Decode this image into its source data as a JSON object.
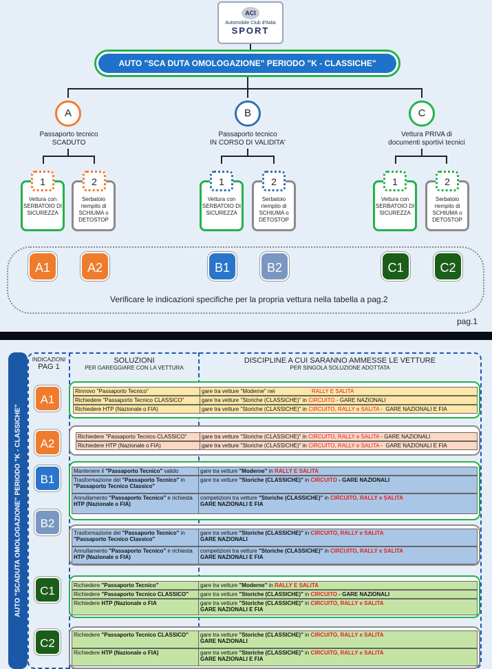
{
  "logo": {
    "mark": "ACI",
    "line1": "Automobile Club d'Italia",
    "line2": "SPORT"
  },
  "title": "AUTO \"SCA DUTA OMOLOGAZIONE\"  PERIODO \"K - CLASSICHE\"",
  "branches": [
    {
      "letter": "A",
      "line1": "Passaporto  tecnico",
      "line2": "SCADUTO",
      "color": "#f07b2e",
      "opt1": [
        "Vettura con",
        "SERBATOIO DI",
        "SICUREZZA"
      ],
      "opt2": [
        "Serbatoio",
        "riempito di",
        "SCHIUMA o",
        "DETOSTOP"
      ],
      "res1": "A1",
      "res2": "A2",
      "res1_color": "#ef7b2d",
      "res2_color": "#ef7b2d"
    },
    {
      "letter": "B",
      "line1": "Passaporto tecnico",
      "line2": "IN CORSO DI VALIDITA'",
      "color": "#2f6fb6",
      "opt1": [
        "Vettura con",
        "SERBATOIO DI",
        "SICUREZZA"
      ],
      "opt2": [
        "Serbatoio",
        "riempito di",
        "SCHIUMA o",
        "DETOSTOP"
      ],
      "res1": "B1",
      "res2": "B2",
      "res1_color": "#2a75cb",
      "res2_color": "#7a97c2"
    },
    {
      "letter": "C",
      "line1": "Vettura PRIVA di",
      "line2": "documenti  sportivi tecnici",
      "color": "#25b04c",
      "opt1": [
        "Vettura con",
        "SERBATOIO DI",
        "SICUREZZA"
      ],
      "opt2": [
        "Serbatoio",
        "riempito di",
        "SCHIUMA o",
        "DETOSTOP"
      ],
      "res1": "C1",
      "res2": "C2",
      "res1_color": "#1a5e1a",
      "res2_color": "#1a5e1a"
    }
  ],
  "opt_labels": [
    "1",
    "2"
  ],
  "verify": "Verificare le indicazioni specifiche per la propria vettura nella tabella a pag.2",
  "page": "pag.1",
  "sidebar": "AUTO \"SCADUTA OMOLOGAZIONE\"  PERIODO \"K - CLASSICHE\"",
  "table": {
    "col0": [
      "INDICAZIONI",
      "PAG 1"
    ],
    "col1": [
      "SOLUZIONI",
      "PER GAREGGIARE CON LA VETTURA"
    ],
    "col2": [
      "DISCIPLINE A CUI SARANNO AMMESSE LE VETTURE",
      "PER SINGOLA SOLUZIONE ADOTTATA"
    ]
  },
  "colors": {
    "orange": "#ef7b2d",
    "blue": "#2a75cb",
    "green": "#25b04c",
    "darkgreen": "#1a5e1a",
    "grey": "#8a8a8a"
  }
}
